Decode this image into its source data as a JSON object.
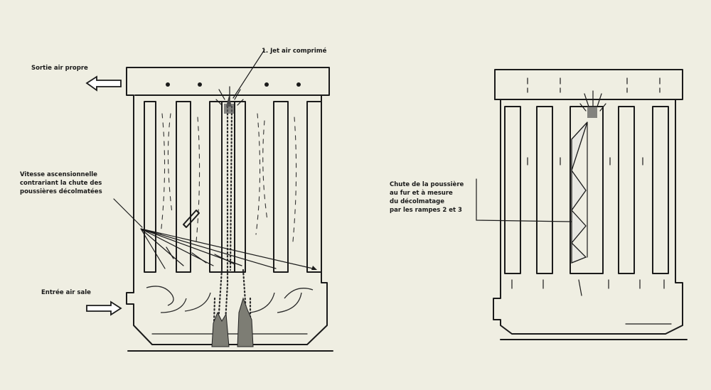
{
  "left_figure": {
    "outlet_label": "Sortie air propre",
    "jet_label": "1. Jet air comprimé",
    "velocity_label": [
      "Vitesse ascensionnelle",
      "contrariant la chute des",
      "poussières décolmatées"
    ],
    "inlet_label": "Entrée air sale"
  },
  "right_figure": {
    "dust_label": [
      "Chute de la poussière",
      "au fur et à mesure",
      "du décolmatage",
      "par les rampes 2 et 3"
    ]
  }
}
